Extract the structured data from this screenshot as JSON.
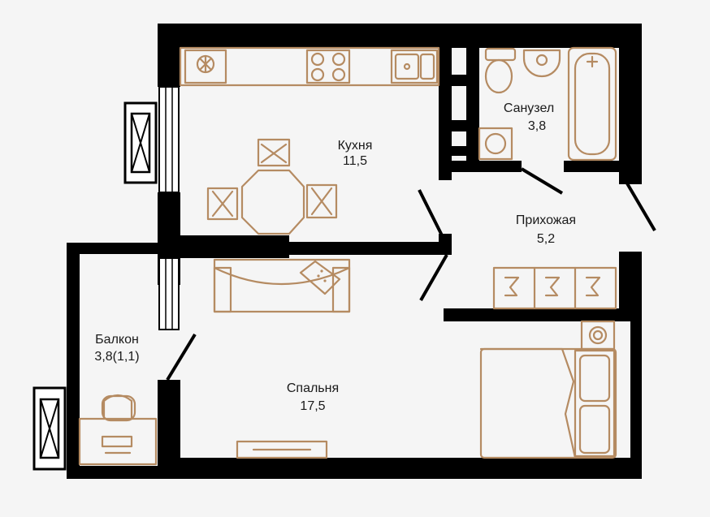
{
  "colors": {
    "walls": "#000000",
    "furniture": "#b58b62",
    "background": "#f5f5f5",
    "text": "#1a1a1a"
  },
  "rooms": {
    "kitchen": {
      "name": "Кухня",
      "area": "11,5"
    },
    "bathroom": {
      "name": "Санузел",
      "area": "3,8"
    },
    "hallway": {
      "name": "Прихожая",
      "area": "5,2"
    },
    "balcony": {
      "name": "Балкон",
      "area": "3,8(1,1)"
    },
    "bedroom": {
      "name": "Спальня",
      "area": "17,5"
    }
  },
  "icons": [
    "ac-unit-icon",
    "washing-machine-icon",
    "sink-icon",
    "stove-icon",
    "toilet-icon",
    "bathtub-icon",
    "bed-icon",
    "sofa-icon",
    "chair-icon",
    "table-icon",
    "wardrobe-icon",
    "desk-icon"
  ]
}
